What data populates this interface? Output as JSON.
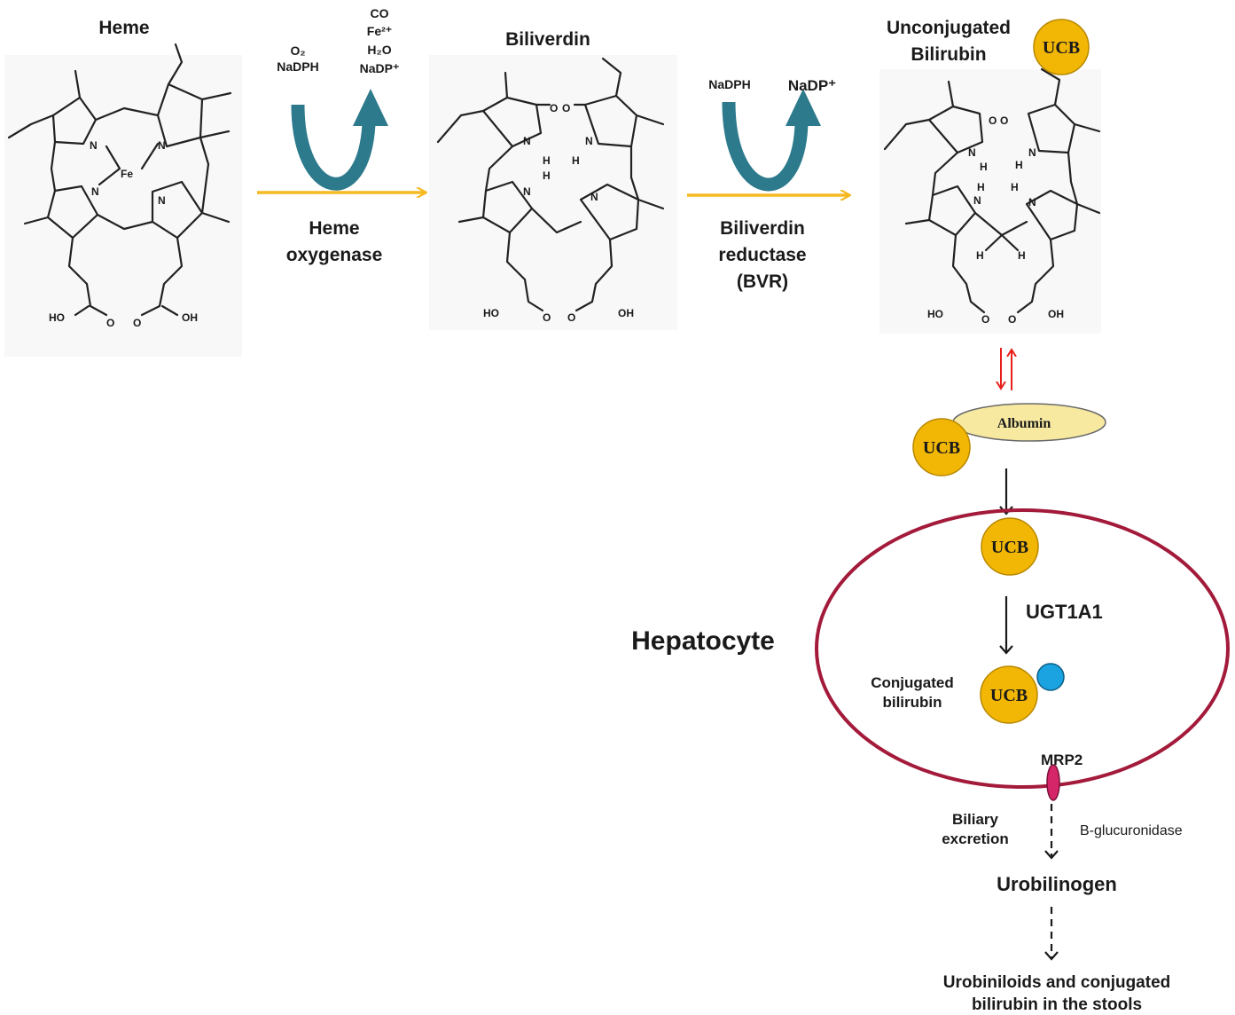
{
  "molecules": {
    "heme": "Heme",
    "biliverdin": "Biliverdin",
    "ucb_title_line1": "Unconjugated",
    "ucb_title_line2": "Bilirubin"
  },
  "reaction1": {
    "inputs": [
      "O₂",
      "NaDPH"
    ],
    "outputs": [
      "CO",
      "Fe²⁺",
      "H₂O",
      "NaDP⁺"
    ],
    "enzyme_line1": "Heme",
    "enzyme_line2": "oxygenase"
  },
  "reaction2": {
    "input": "NaDPH",
    "output": "NaDP⁺",
    "enzyme_line1": "Biliverdin",
    "enzyme_line2": "reductase",
    "enzyme_line3": "(BVR)"
  },
  "atoms": {
    "N": "N",
    "Fe": "Fe",
    "H": "H",
    "O": "O",
    "HO": "HO",
    "OH": "OH"
  },
  "ucb_badge": "UCB",
  "albumin": "Albumin",
  "hepatocyte": "Hepatocyte",
  "ugt": "UGT1A1",
  "conjugated_line1": "Conjugated",
  "conjugated_line2": "bilirubin",
  "mrp2": "MRP2",
  "biliary_line1": "Biliary",
  "biliary_line2": "excretion",
  "glucuronidase": "B-glucuronidase",
  "urobilinogen": "Urobilinogen",
  "stools_line1": "Urobiniloids and conjugated",
  "stools_line2": "bilirubin in the stools",
  "colors": {
    "ucb_fill": "#f2b705",
    "albumin_fill": "#f7e9a0",
    "cell_membrane": "#a31a3a",
    "curved_arrow": "#2c7a8c",
    "reaction_line": "#f5b921",
    "equilibrium": "#e8201c",
    "glucuronide": "#1aa3e0",
    "mrp2": "#d6266a"
  }
}
